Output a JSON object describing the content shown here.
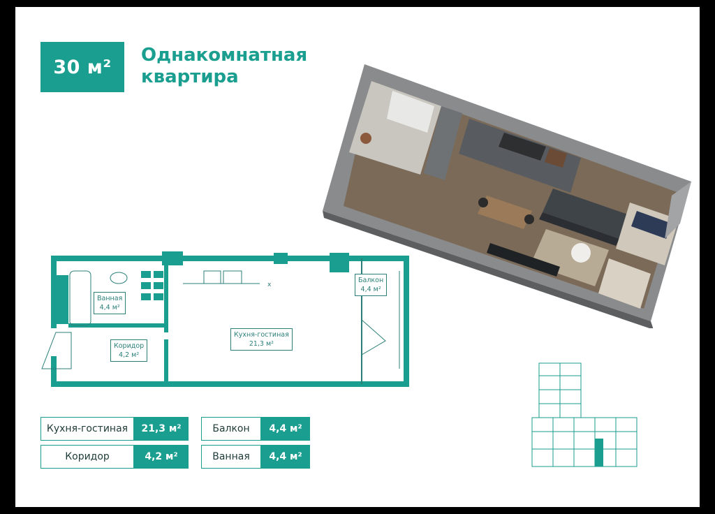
{
  "header": {
    "area_badge": "30 м²",
    "title_line1": "Однакомнатная",
    "title_line2": "квартира"
  },
  "plan": {
    "rooms": [
      {
        "name": "Ванная",
        "area": "4,4 м²"
      },
      {
        "name": "Коридор",
        "area": "4,2 м²"
      },
      {
        "name": "Кухня-гостиная",
        "area": "21,3 м²"
      },
      {
        "name": "Балкон",
        "area": "4,4 м²"
      }
    ],
    "kitchen_mark": "x"
  },
  "legend": [
    {
      "name": "Кухня-гостиная",
      "area": "21,3 м²"
    },
    {
      "name": "Коридор",
      "area": "4,2 м²"
    },
    {
      "name": "Балкон",
      "area": "4,4 м²"
    },
    {
      "name": "Ванная",
      "area": "4,4 м²"
    }
  ],
  "colors": {
    "accent": "#1a9e8f",
    "wall": "#1a9e8f",
    "text_dark": "#1f3b38"
  }
}
